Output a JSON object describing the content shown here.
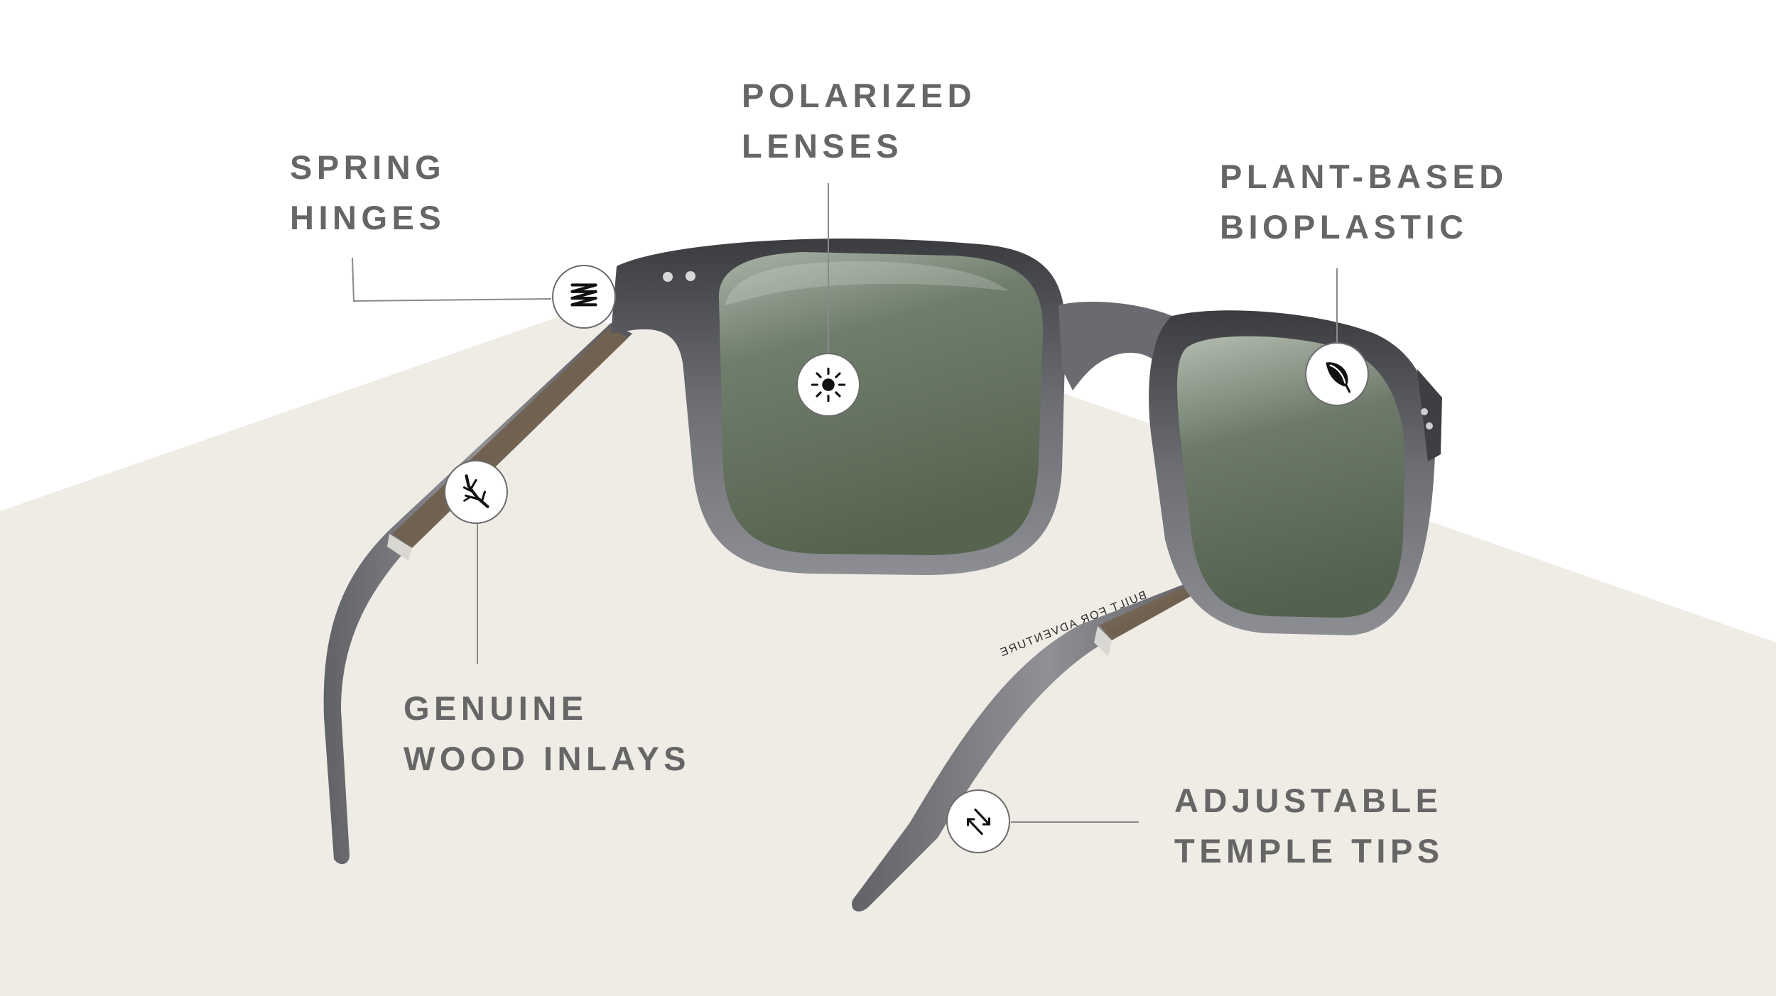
{
  "figure": {
    "type": "product-feature-infographic",
    "subject": "sunglasses",
    "temple_engraving": "BUILT FOR ADVENTURE"
  },
  "colors": {
    "background_top": "#ffffff",
    "background_beige": "#efece5",
    "label_text": "#666666",
    "leader_line": "#8a8a8a",
    "lens_green": "#5f6e5c",
    "frame_grey": "#4a4b4f",
    "wood_inlay": "#7d6c5c",
    "icon_fill": "#111111"
  },
  "features": [
    {
      "id": "spring-hinges",
      "icon": "spring-icon",
      "lines": [
        "SPRING",
        "HINGES"
      ]
    },
    {
      "id": "polarized-lenses",
      "icon": "sun-icon",
      "lines": [
        "POLARIZED",
        "LENSES"
      ]
    },
    {
      "id": "plant-based-bioplastic",
      "icon": "leaf-icon",
      "lines": [
        "PLANT-BASED",
        "BIOPLASTIC"
      ]
    },
    {
      "id": "genuine-wood-inlays",
      "icon": "twig-icon",
      "lines": [
        "GENUINE",
        "WOOD INLAYS"
      ]
    },
    {
      "id": "adjustable-temple-tips",
      "icon": "arrows-icon",
      "lines": [
        "ADJUSTABLE",
        "TEMPLE TIPS"
      ]
    }
  ]
}
